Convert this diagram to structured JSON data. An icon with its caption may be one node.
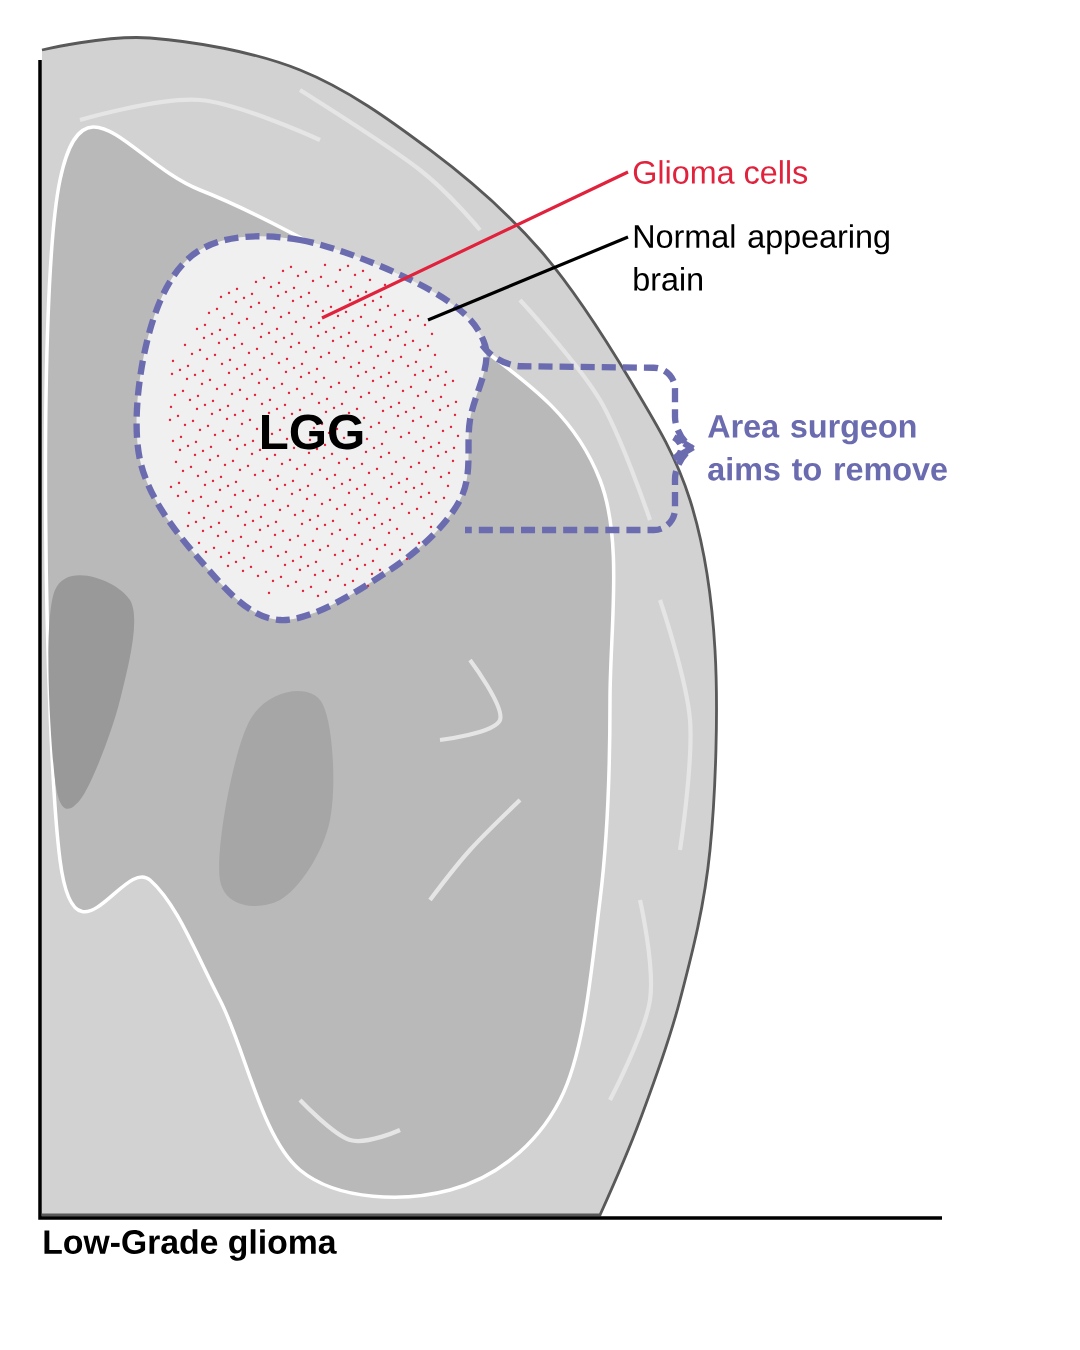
{
  "diagram": {
    "caption": "Low-Grade glioma",
    "nodes": [
      {
        "text": [
          "LGG"
        ]
      },
      {
        "text": [
          "Glioma cells"
        ]
      },
      {
        "text": [
          "Normal appearing brain"
        ]
      },
      {
        "text": [
          "Area surgeon aims to remove"
        ]
      }
    ],
    "edges": [
      {
        "from": 1,
        "to": 0,
        "arrow": "none",
        "color": "#e0223c"
      },
      {
        "from": 2,
        "to": 0,
        "arrow": "none",
        "color": "#000000"
      }
    ]
  }
}
